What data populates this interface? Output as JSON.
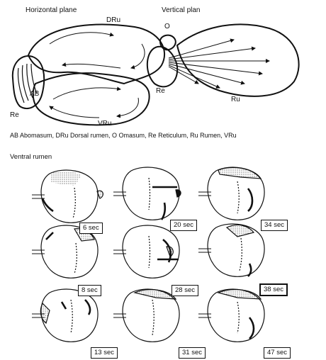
{
  "top": {
    "horizontal_title": "Horizontal plane",
    "vertical_title": "Vertical plan",
    "labels": {
      "dru": "DRu",
      "vru": "VRu",
      "ab": "AB",
      "re_left": "Re",
      "o": "O",
      "re_right": "Re",
      "ru": "Ru"
    }
  },
  "legend": "AB Abomasum, DRu Dorsal rumen, O Omasum, Re Reticulum, Ru Rumen, VRu",
  "subtitle": "Ventral rumen",
  "panels": [
    {
      "time": "6 sec"
    },
    {
      "time": "20 sec"
    },
    {
      "time": "34 sec"
    },
    {
      "time": "8 sec"
    },
    {
      "time": "28 sec"
    },
    {
      "time": "38 sec"
    },
    {
      "time": "13 sec"
    },
    {
      "time": "31 sec"
    },
    {
      "time": "47 sec"
    }
  ]
}
